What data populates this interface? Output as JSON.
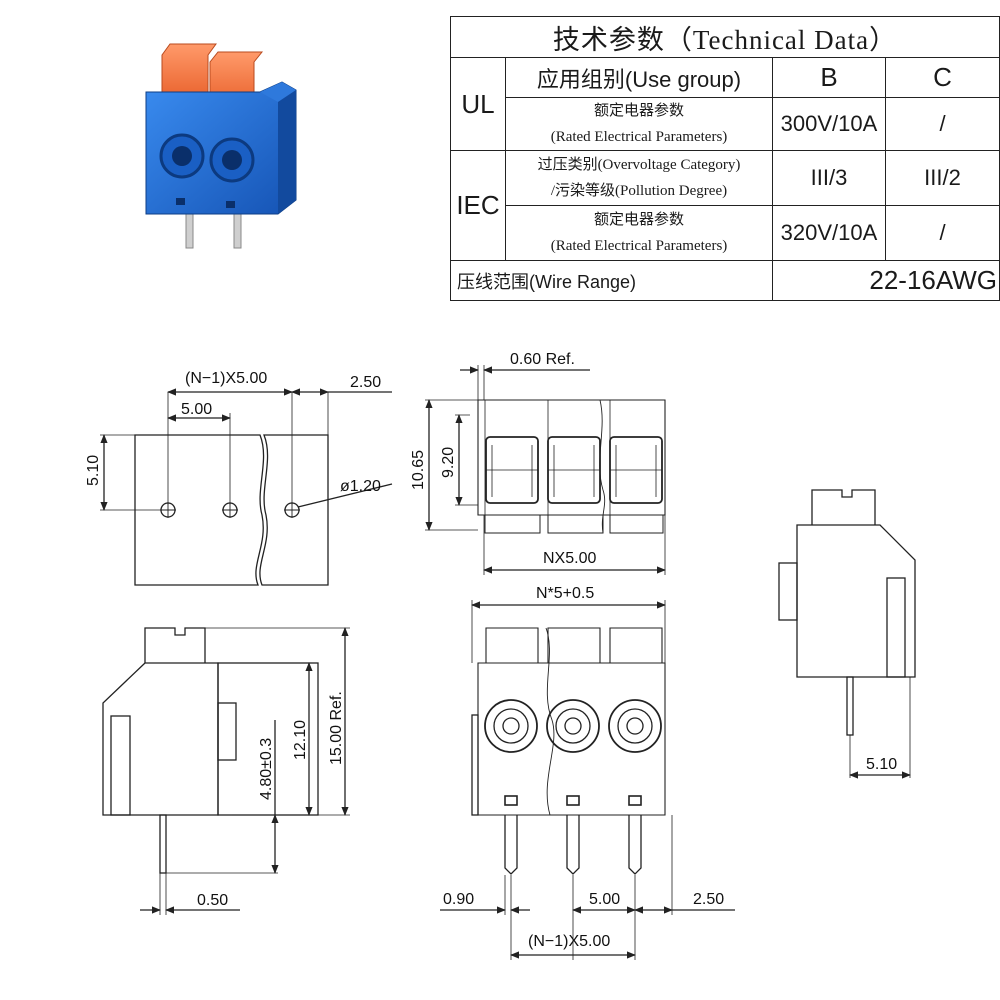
{
  "table": {
    "title": "技术参数（Technical Data）",
    "ul": "UL",
    "iec": "IEC",
    "use_group_label": "应用组别(Use group)",
    "col_b": "B",
    "col_c": "C",
    "rated_cn": "额定电器参数",
    "rated_en": "(Rated Electrical Parameters)",
    "ul_rated_b": "300V/10A",
    "ul_rated_c": "/",
    "overvoltage": "过压类别(Overvoltage Category)",
    "pollution": "/污染等级(Pollution Degree)",
    "iec_cat_b": "III/3",
    "iec_cat_c": "III/2",
    "iec_rated_b": "320V/10A",
    "iec_rated_c": "/",
    "wire_range_label": "压线范围(Wire Range)",
    "wire_range_value": "22-16AWG"
  },
  "dims": {
    "top_pitch_n": "(N−1)X5.00",
    "top_end": "2.50",
    "top_pitch": "5.00",
    "top_height": "5.10",
    "hole_dia": "ø1.20",
    "ref_060": "0.60 Ref.",
    "h_1065": "10.65",
    "h_920": "9.20",
    "nx5": "NX5.00",
    "total_width": "N*5+0.5",
    "h_15": "15.00 Ref.",
    "h_1210": "12.10",
    "h_480": "4.80±0.3",
    "pin_050": "0.50",
    "pin_090": "0.90",
    "bot_pitch": "5.00",
    "bot_end": "2.50",
    "bot_pitch_n": "(N−1)X5.00",
    "right_510": "5.10"
  },
  "colors": {
    "housing": "#1f6fd6",
    "housing_dark": "#134a9e",
    "lever": "#f07a45",
    "pin": "#c9c9c9"
  }
}
